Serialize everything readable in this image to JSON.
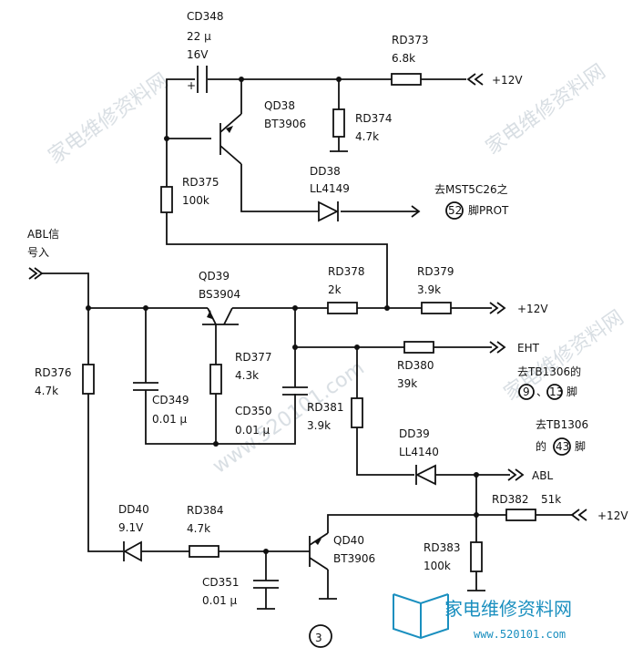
{
  "watermarks": [
    "家电维修资料网",
    "家电维修资料网",
    "www.520101.com",
    "家电维修资料网"
  ],
  "labels": {
    "cd348": "CD348",
    "cd348_val": "22 μ",
    "cd348_v": "16V",
    "rd373": "RD373",
    "rd373_val": "6.8k",
    "v12_top": "+12V",
    "qd38": "QD38",
    "qd38_type": "BT3906",
    "rd374": "RD374",
    "rd374_val": "4.7k",
    "dd38": "DD38",
    "dd38_type": "LL4149",
    "rd375": "RD375",
    "rd375_val": "100k",
    "mst_a": "去MST5C26之",
    "mst_pin": "52",
    "mst_b": "脚PROT",
    "abl_in_1": "ABL信",
    "abl_in_2": "号入",
    "qd39": "QD39",
    "qd39_type": "BS3904",
    "rd378": "RD378",
    "rd378_val": "2k",
    "rd379": "RD379",
    "rd379_val": "3.9k",
    "v12_mid": "+12V",
    "rd377": "RD377",
    "rd377_val": "4.3k",
    "eht": "EHT",
    "rd380": "RD380",
    "rd380_val": "39k",
    "tb1_a": "去TB1306的",
    "tb1_p1": "9",
    "tb1_sep": "、",
    "tb1_p2": "13",
    "tb1_b": "脚",
    "rd376": "RD376",
    "rd376_val": "4.7k",
    "cd349": "CD349",
    "cd349_val": "0.01 μ",
    "cd350": "CD350",
    "cd350_val": "0.01 μ",
    "rd381": "RD381",
    "rd381_val": "3.9k",
    "tb2_a": "去TB1306",
    "tb2_b": "的",
    "tb2_pin": "43",
    "tb2_c": "脚",
    "dd39": "DD39",
    "dd39_type": "LL4140",
    "abl": "ABL",
    "dd40": "DD40",
    "dd40_val": "9.1V",
    "rd384": "RD384",
    "rd384_val": "4.7k",
    "qd40": "QD40",
    "qd40_type": "BT3906",
    "rd382": "RD382",
    "rd382_val": "51k",
    "v12_bot": "+12V",
    "rd383": "RD383",
    "rd383_val": "100k",
    "cd351": "CD351",
    "cd351_val": "0.01 μ",
    "fig_num": "3"
  },
  "logo": {
    "text": "家电维修资料网",
    "url": "www.520101.com",
    "color": "#1a8fbf"
  }
}
